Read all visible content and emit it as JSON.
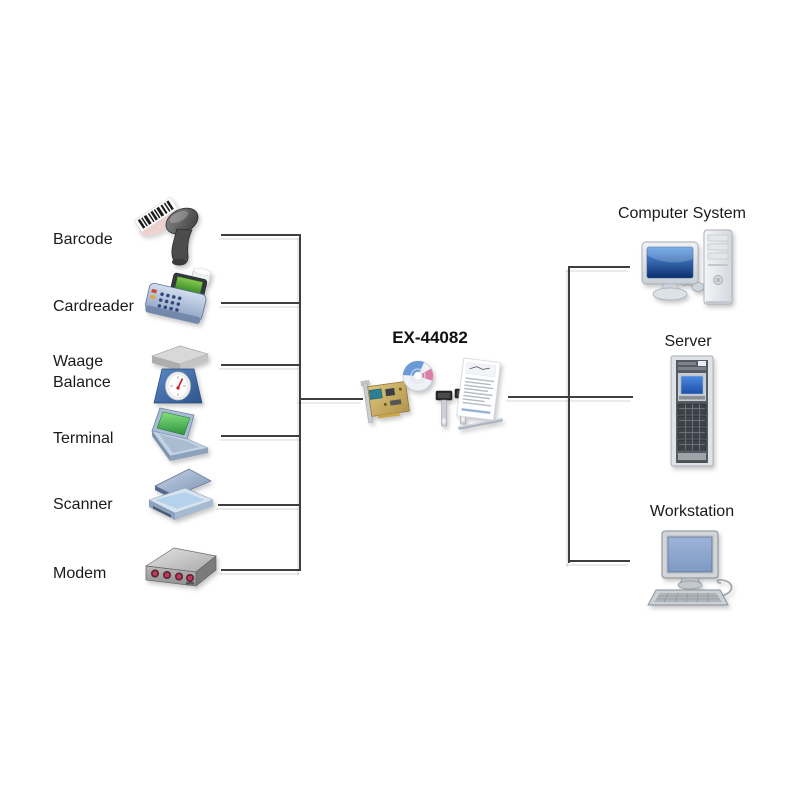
{
  "diagram": {
    "center": {
      "title": "EX-44082",
      "kit_icon": "ex-44082-kit-icon"
    },
    "left_devices": [
      {
        "label": "Barcode",
        "icon": "barcode-scanner-icon"
      },
      {
        "label": "Cardreader",
        "icon": "cardreader-icon"
      },
      {
        "label": "Waage Balance",
        "icon": "scale-icon"
      },
      {
        "label": "Terminal",
        "icon": "laptop-terminal-icon"
      },
      {
        "label": "Scanner",
        "icon": "flatbed-scanner-icon"
      },
      {
        "label": "Modem",
        "icon": "modem-icon"
      }
    ],
    "right_devices": [
      {
        "label": "Computer System",
        "icon": "desktop-computer-icon"
      },
      {
        "label": "Server",
        "icon": "server-rack-icon"
      },
      {
        "label": "Workstation",
        "icon": "workstation-icon"
      }
    ],
    "colors": {
      "connector_line": "#3f3f3f",
      "label_text": "#1a1a1a",
      "monitor_blue": "#2a6bc8",
      "screen_green": "#45b14f",
      "scale_blue": "#3f6cb5",
      "led_red": "#c2395a"
    }
  }
}
